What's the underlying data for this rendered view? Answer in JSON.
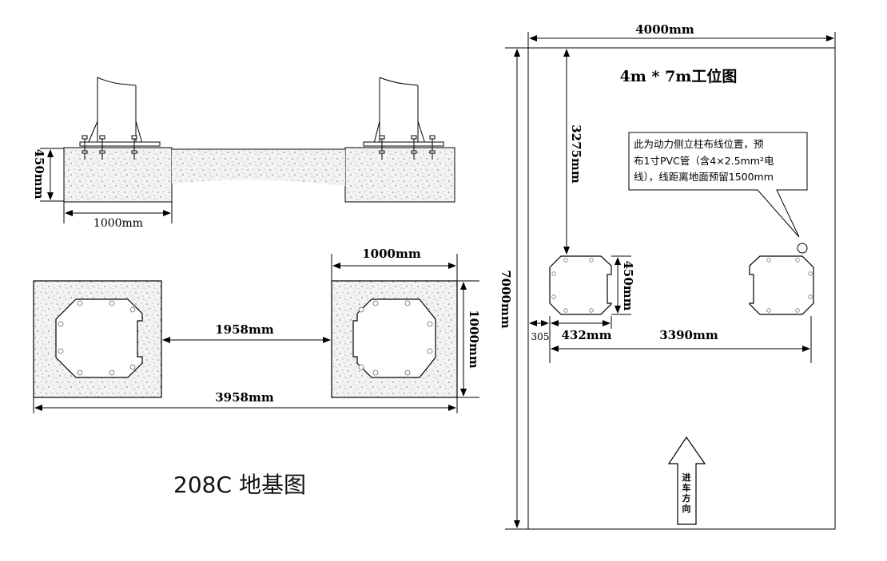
{
  "side_view": {
    "height_label": "450mm",
    "width_label": "1000mm"
  },
  "plan_view": {
    "pad_width_label": "1000mm",
    "gap_label": "1958mm",
    "total_label": "3958mm",
    "pad_height_label": "1000mm"
  },
  "left_caption": "208C 地基图",
  "station": {
    "title": "4m * 7m工位图",
    "width_label": "4000mm",
    "height_label": "7000mm",
    "offset_top_label": "3275mm",
    "pad_depth_label": "450mm",
    "edge_label": "305",
    "pad_label": "432mm",
    "spacing_label": "3390mm",
    "note_lines": [
      "此为动力侧立柱布线位置，预",
      "布1寸PVC管（含4×2.5mm²电",
      "线），线距离地面预留1500mm"
    ],
    "entry_chars": [
      "进",
      "车",
      "方",
      "向"
    ]
  },
  "colors": {
    "line": "#000000",
    "concrete": "#d9d9d9"
  }
}
